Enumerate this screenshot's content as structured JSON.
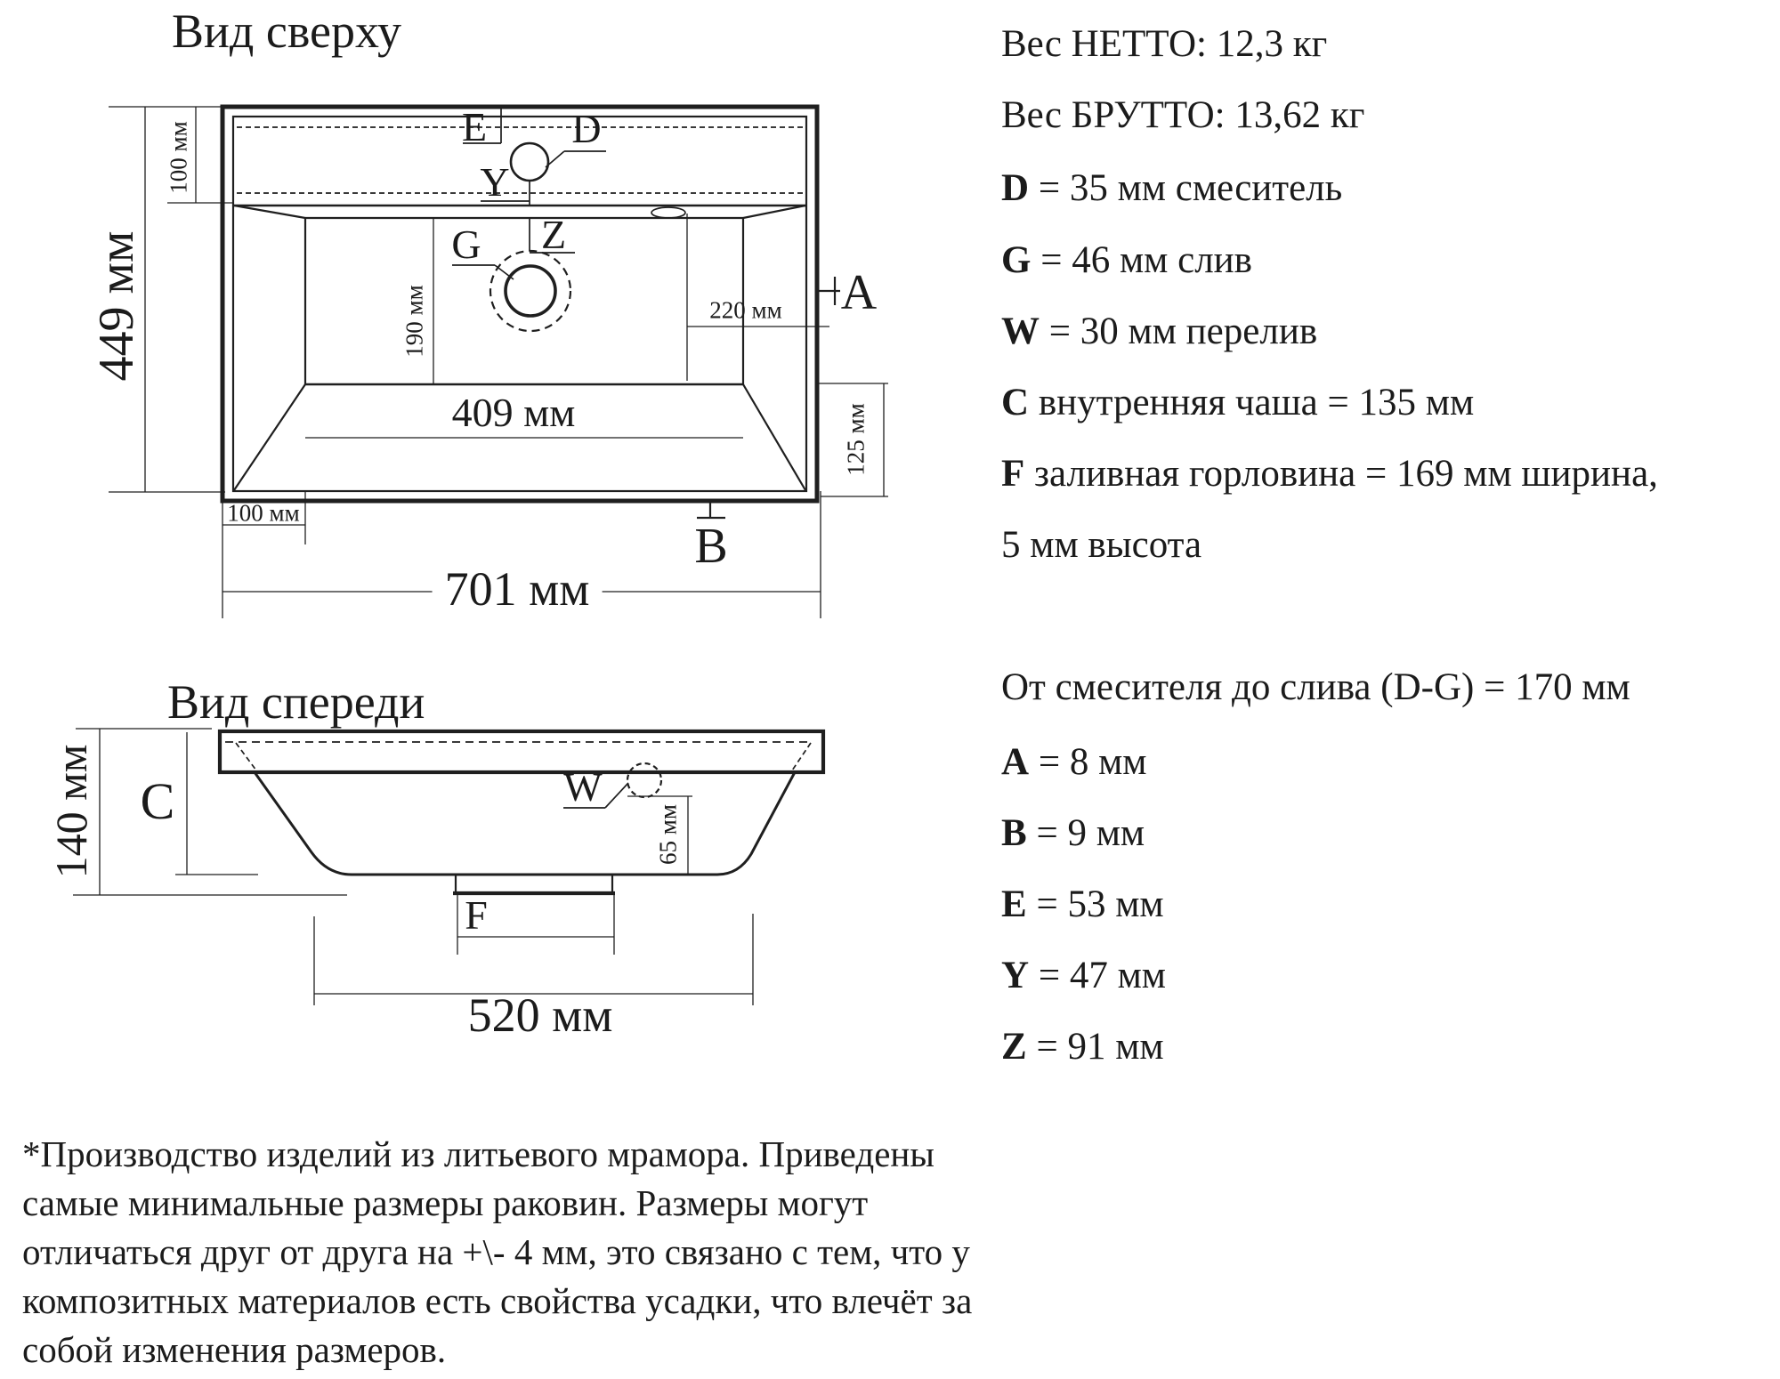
{
  "top_view": {
    "title": "Вид сверху",
    "dim_total_height": "449 мм",
    "dim_ledge_depth": "100 мм",
    "dim_bowl_back": "190 мм",
    "dim_drain_right": "220 мм",
    "dim_bowl_width": "409 мм",
    "dim_right_front": "125 мм",
    "dim_left_offset": "100 мм",
    "dim_total_width": "701 мм",
    "letters": {
      "e": "E",
      "d": "D",
      "y": "Y",
      "z": "Z",
      "g": "G",
      "a": "A",
      "b": "B"
    }
  },
  "front_view": {
    "title": "Вид спереди",
    "dim_total_height": "140 мм",
    "dim_overflow_height": "65 мм",
    "dim_bottom_width": "520 мм",
    "letters": {
      "c": "C",
      "w": "W",
      "f": "F"
    }
  },
  "specs": [
    {
      "b": "",
      "t": "Вес НЕТТО: 12,3 кг"
    },
    {
      "b": "",
      "t": "Вес БРУТТО: 13,62 кг"
    },
    {
      "b": "D",
      "t": " = 35 мм смеситель"
    },
    {
      "b": "G",
      "t": " = 46 мм слив"
    },
    {
      "b": "W",
      "t": " = 30 мм перелив"
    },
    {
      "b": "C",
      "t": " внутренняя чаша = 135 мм"
    },
    {
      "b": "F",
      "t": " заливная горловина = 169 мм ширина,"
    },
    {
      "b": "",
      "t": "5 мм высота"
    },
    {
      "b": "",
      "t": "От смесителя до слива (D-G) = 170 мм"
    },
    {
      "b": "A",
      "t": " = 8 мм"
    },
    {
      "b": "B",
      "t": " = 9 мм"
    },
    {
      "b": "E",
      "t": " = 53 мм"
    },
    {
      "b": "Y",
      "t": " = 47 мм"
    },
    {
      "b": "Z",
      "t": " = 91 мм"
    }
  ],
  "footnote": [
    "*Производство изделий из литьевого мрамора. Приведены",
    "самые минимальные размеры раковин. Размеры могут",
    "отличаться друг от друга на +\\- 4 мм, это связано с тем, что у",
    "композитных материалов есть свойства усадки, что влечёт за",
    "собой изменения размеров."
  ]
}
